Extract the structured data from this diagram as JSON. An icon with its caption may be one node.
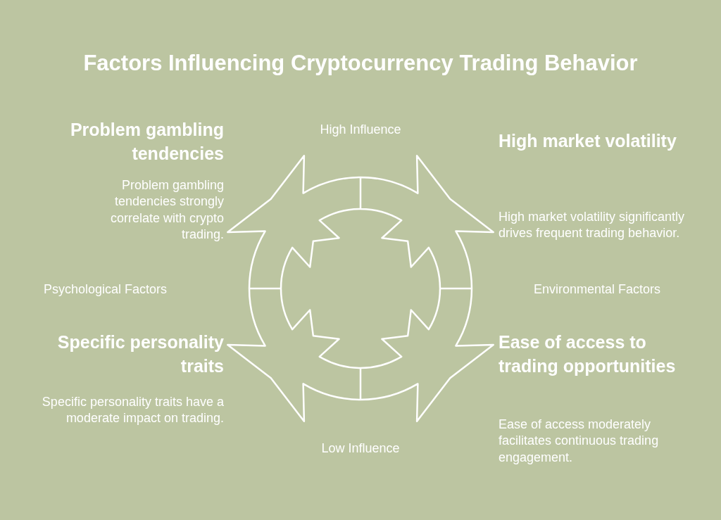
{
  "diagram": {
    "title": "Factors Influencing Cryptocurrency Trading Behavior",
    "labels": [
      "Problem gambling tendencies",
      "High Influence",
      "High market volatility",
      "Problem gambling tendencies strongly correlate with crypto trading.",
      "High market volatility significantly drives frequent trading behavior.",
      "Psychological Factors",
      "Environmental Factors",
      "Specific personality traits",
      "Ease of access to trading opportunities",
      "Specific personality traits have a moderate impact on trading.",
      "Ease of access moderately facilitates continuous trading engagement.",
      "Low Influence"
    ]
  }
}
